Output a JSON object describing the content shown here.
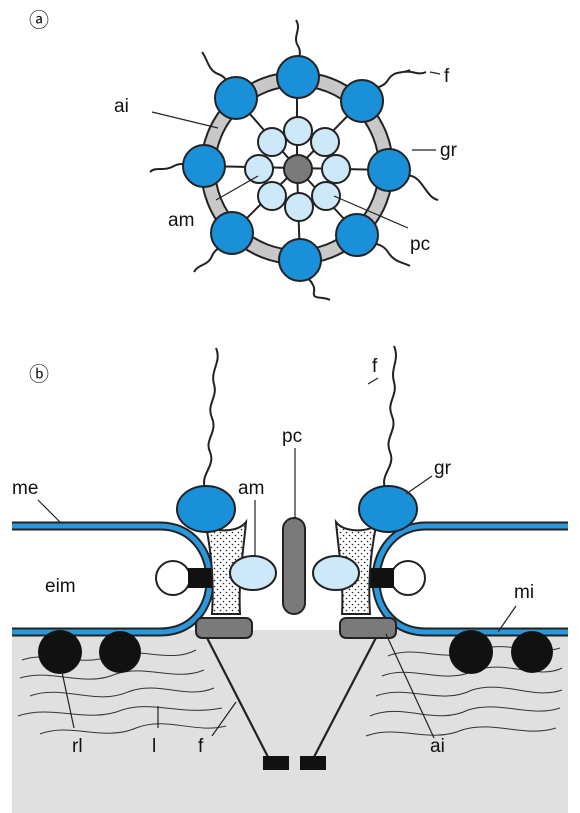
{
  "panels": {
    "a": "ⓐ",
    "b": "ⓑ"
  },
  "labels_a": {
    "ai": "ai",
    "f": "f",
    "gr": "gr",
    "am": "am",
    "pc": "pc"
  },
  "labels_b": {
    "f_top": "f",
    "pc": "pc",
    "am": "am",
    "gr": "gr",
    "me": "me",
    "eim": "eim",
    "mi": "mi",
    "rl": "rl",
    "l": "l",
    "f_bottom": "f",
    "ai": "ai"
  },
  "colors": {
    "granule": "#1a90d8",
    "light_blue": "#cde8f8",
    "ring_gray": "#c8c8c8",
    "dark_gray": "#7a7a7a",
    "membrane_blue": "#2a98dc",
    "tissue_gray": "#e0e0e0"
  },
  "icons": [
    "wavy-fibril",
    "filament-squiggle"
  ]
}
